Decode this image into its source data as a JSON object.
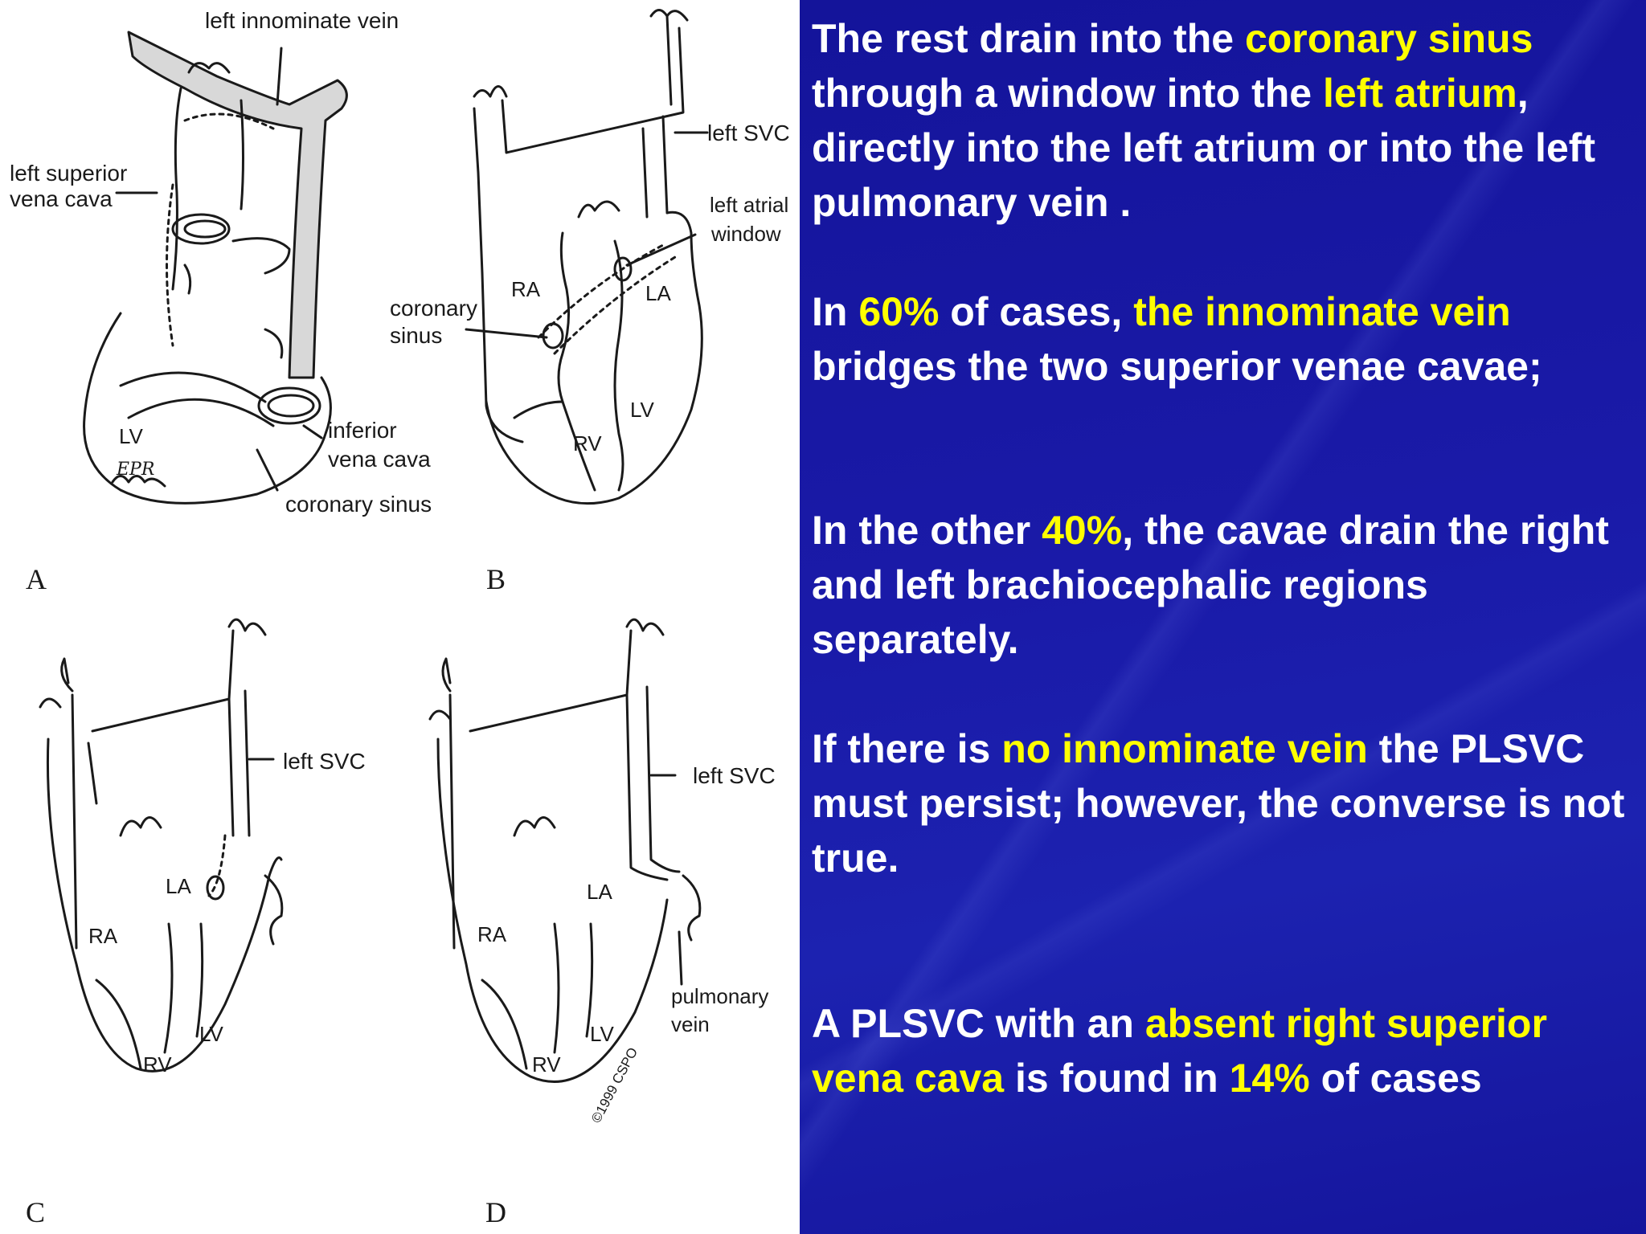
{
  "text": {
    "p1": {
      "a": "The rest drain into the ",
      "b": "coronary sinus",
      "c": " through a window into the ",
      "d": "left atrium",
      "e": ", directly into the left atrium or into the left pulmonary vein ."
    },
    "p2": {
      "a": "In ",
      "b": "60%",
      "c": " of cases, ",
      "d": "the innominate vein",
      "e": " bridges the two superior venae cavae;"
    },
    "p3": {
      "a": " In the other ",
      "b": "40%",
      "c": ", the cavae drain the right and left brachiocephalic regions separately."
    },
    "p4": {
      "a": "If there is ",
      "b": "no innominate vein",
      "c": " the PLSVC must persist; however, the converse is not true."
    },
    "p5": {
      "a": "A PLSVC with an ",
      "b": "absent right superior vena cava",
      "c": " is found in ",
      "d": "14%",
      "e": " of cases"
    }
  },
  "figure": {
    "panels": [
      "A",
      "B",
      "C",
      "D"
    ],
    "a_labels": {
      "innominate": "left innominate vein",
      "lsvc_1": "left superior",
      "lsvc_2": "vena cava",
      "ivc_1": "inferior",
      "ivc_2": "vena cava",
      "cs": "coronary sinus",
      "lv": "LV",
      "signature": "EPR"
    },
    "b_labels": {
      "lsvc": "left SVC",
      "window_1": "left atrial",
      "window_2": "window",
      "cs_1": "coronary",
      "cs_2": "sinus",
      "ra": "RA",
      "la": "LA",
      "lv": "LV",
      "rv": "RV"
    },
    "c_labels": {
      "lsvc": "left SVC",
      "ra": "RA",
      "la": "LA",
      "lv": "LV",
      "rv": "RV"
    },
    "d_labels": {
      "lsvc": "left SVC",
      "pv_1": "pulmonary",
      "pv_2": "vein",
      "ra": "RA",
      "la": "LA",
      "lv": "LV",
      "rv": "RV",
      "copyright": "©1999 CSPO"
    }
  },
  "colors": {
    "background_right": "#1a1aa8",
    "text_white": "#ffffff",
    "highlight_yellow": "#ffff00",
    "line_art": "#1a1a1a"
  }
}
